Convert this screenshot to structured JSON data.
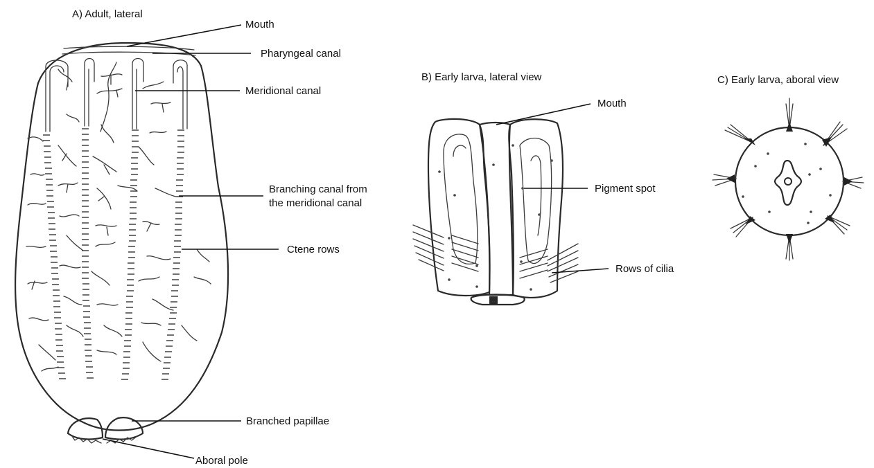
{
  "panels": {
    "adult": {
      "title": "A) Adult, lateral",
      "labels": {
        "mouth": "Mouth",
        "pharyngeal_canal": "Pharyngeal canal",
        "meridional_canal": "Meridional canal",
        "branching_canal_line1": "Branching canal from",
        "branching_canal_line2": "the meridional canal",
        "ctene_rows": "Ctene rows",
        "branched_papillae": "Branched papillae",
        "aboral_pole": "Aboral pole"
      }
    },
    "larva_lateral": {
      "title": "B) Early larva, lateral view",
      "labels": {
        "mouth": "Mouth",
        "pigment_spot": "Pigment spot",
        "rows_of_cilia": "Rows of cilia"
      }
    },
    "larva_aboral": {
      "title": "C) Early larva, aboral view"
    }
  }
}
